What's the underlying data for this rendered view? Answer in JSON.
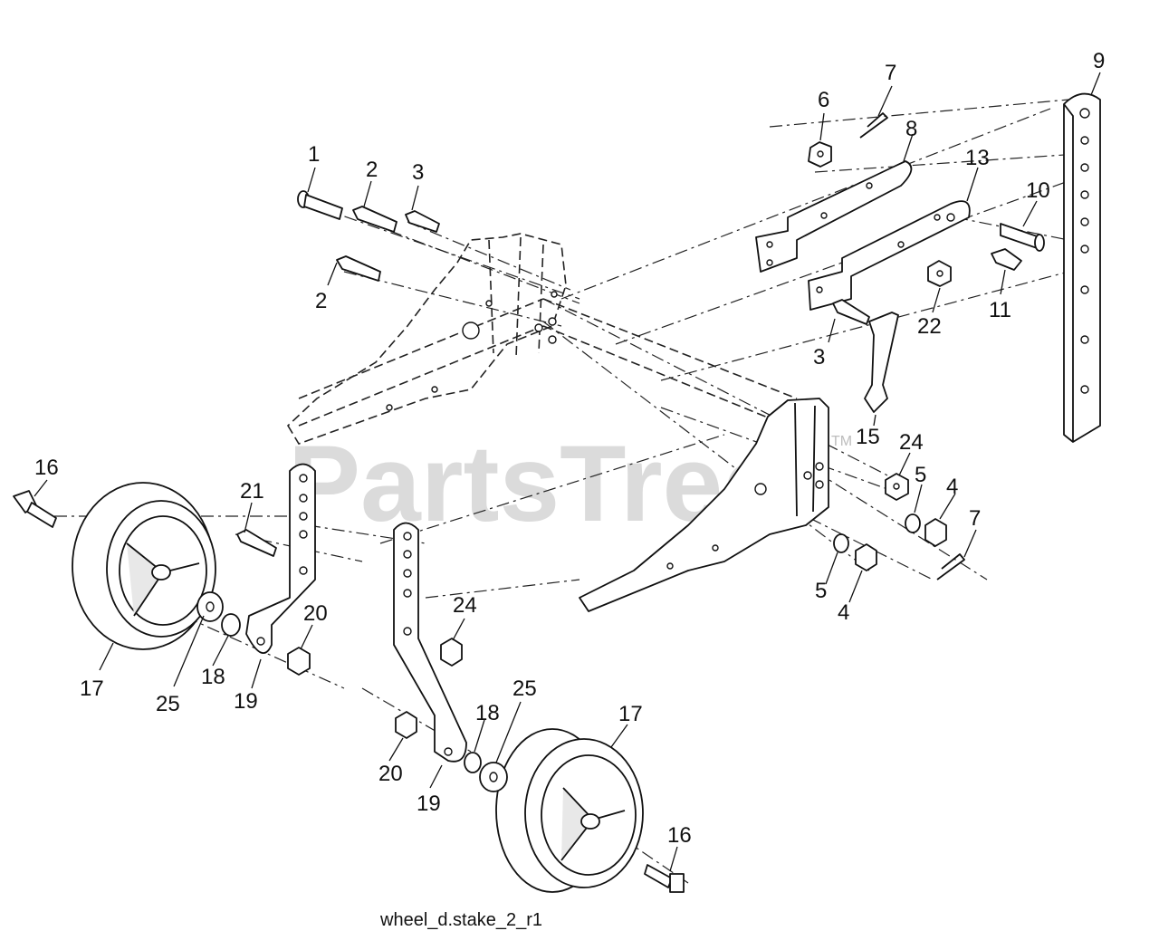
{
  "watermark": {
    "text": "PartsTree",
    "tm": "TM"
  },
  "file_label": "wheel_d.stake_2_r1",
  "callouts": [
    {
      "id": "c1",
      "text": "1"
    },
    {
      "id": "c2a",
      "text": "2"
    },
    {
      "id": "c2b",
      "text": "2"
    },
    {
      "id": "c3a",
      "text": "3"
    },
    {
      "id": "c3b",
      "text": "3"
    },
    {
      "id": "c4a",
      "text": "4"
    },
    {
      "id": "c4b",
      "text": "4"
    },
    {
      "id": "c5a",
      "text": "5"
    },
    {
      "id": "c5b",
      "text": "5"
    },
    {
      "id": "c6",
      "text": "6"
    },
    {
      "id": "c7a",
      "text": "7"
    },
    {
      "id": "c7b",
      "text": "7"
    },
    {
      "id": "c8",
      "text": "8"
    },
    {
      "id": "c9",
      "text": "9"
    },
    {
      "id": "c10",
      "text": "10"
    },
    {
      "id": "c11",
      "text": "11"
    },
    {
      "id": "c13",
      "text": "13"
    },
    {
      "id": "c15",
      "text": "15"
    },
    {
      "id": "c16a",
      "text": "16"
    },
    {
      "id": "c16b",
      "text": "16"
    },
    {
      "id": "c17a",
      "text": "17"
    },
    {
      "id": "c17b",
      "text": "17"
    },
    {
      "id": "c18a",
      "text": "18"
    },
    {
      "id": "c18b",
      "text": "18"
    },
    {
      "id": "c19a",
      "text": "19"
    },
    {
      "id": "c19b",
      "text": "19"
    },
    {
      "id": "c20a",
      "text": "20"
    },
    {
      "id": "c20b",
      "text": "20"
    },
    {
      "id": "c21",
      "text": "21"
    },
    {
      "id": "c22",
      "text": "22"
    },
    {
      "id": "c24a",
      "text": "24"
    },
    {
      "id": "c24b",
      "text": "24"
    },
    {
      "id": "c25a",
      "text": "25"
    },
    {
      "id": "c25b",
      "text": "25"
    }
  ]
}
